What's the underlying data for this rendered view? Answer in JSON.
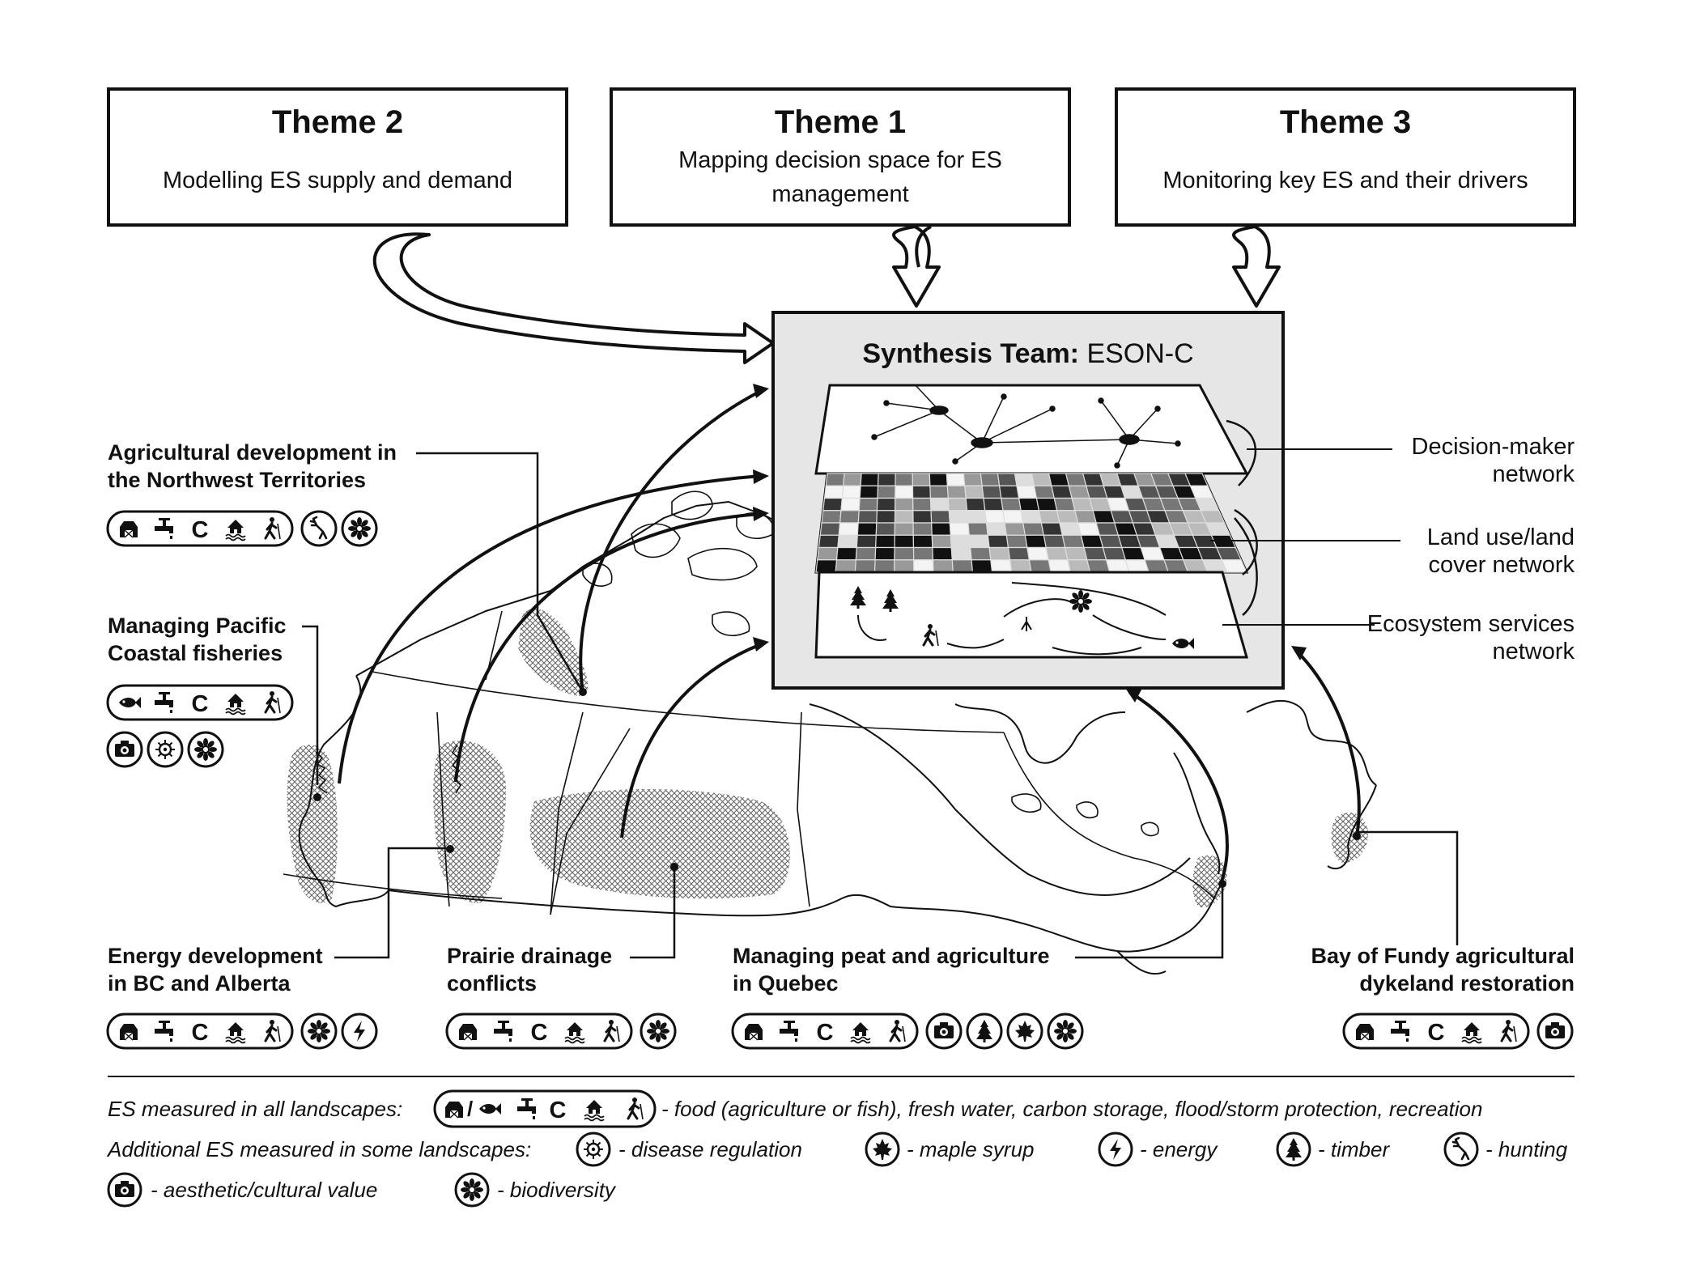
{
  "themes": [
    {
      "title": "Theme 2",
      "line1": "Modelling ES supply and demand",
      "line2": ""
    },
    {
      "title": "Theme 1",
      "line1": "Mapping decision space for ES",
      "line2": "management"
    },
    {
      "title": "Theme 3",
      "line1": "Monitoring key ES and their drivers",
      "line2": ""
    }
  ],
  "synthesis": {
    "label_bold": "Synthesis Team:",
    "label_rest": " ESON-C"
  },
  "networks": [
    {
      "line1": "Decision-maker",
      "line2": "network"
    },
    {
      "line1": "Land use/land",
      "line2": "cover network"
    },
    {
      "line1": "Ecosystem services",
      "line2": "network"
    }
  ],
  "landscapes": [
    {
      "line1": "Agricultural development in",
      "line2": "the Northwest Territories",
      "icons": [
        "food-agriculture",
        "fresh-water",
        "carbon-storage",
        "flood-storm-protection",
        "recreation",
        "hunting",
        "biodiversity"
      ]
    },
    {
      "line1": "Managing Pacific",
      "line2": "Coastal fisheries",
      "icons": [
        "food-fish",
        "fresh-water",
        "carbon-storage",
        "flood-storm-protection",
        "recreation",
        "aesthetic-cultural",
        "disease-regulation",
        "biodiversity"
      ]
    },
    {
      "line1": "Energy development",
      "line2": "in BC and Alberta",
      "icons": [
        "food-agriculture",
        "fresh-water",
        "carbon-storage",
        "flood-storm-protection",
        "recreation",
        "biodiversity",
        "energy"
      ]
    },
    {
      "line1": "Prairie drainage",
      "line2": "conflicts",
      "icons": [
        "food-agriculture",
        "fresh-water",
        "carbon-storage",
        "flood-storm-protection",
        "recreation",
        "biodiversity"
      ]
    },
    {
      "line1": "Managing peat and agriculture",
      "line2": "in Quebec",
      "icons": [
        "food-agriculture",
        "fresh-water",
        "carbon-storage",
        "flood-storm-protection",
        "recreation",
        "aesthetic-cultural",
        "timber",
        "maple-syrup",
        "biodiversity"
      ]
    },
    {
      "line1": "Bay of Fundy agricultural",
      "line2": "dykeland restoration",
      "icons": [
        "food-agriculture",
        "fresh-water",
        "carbon-storage",
        "flood-storm-protection",
        "recreation",
        "aesthetic-cultural"
      ]
    }
  ],
  "legend": {
    "all_prefix": "ES measured in all landscapes:",
    "all_suffix": "- food (agriculture or fish), fresh water, carbon storage, flood/storm protection, recreation",
    "some_prefix": "Additional ES measured in some landscapes:",
    "disease": "- disease regulation",
    "maple": "- maple syrup",
    "energy": "- energy",
    "timber": "- timber",
    "hunting": "- hunting",
    "aesthetic": "- aesthetic/cultural value",
    "biodiversity": "- biodiversity"
  },
  "colors": {
    "ink": "#111111",
    "panel": "#e6e6e6",
    "hatch": "#777777"
  }
}
